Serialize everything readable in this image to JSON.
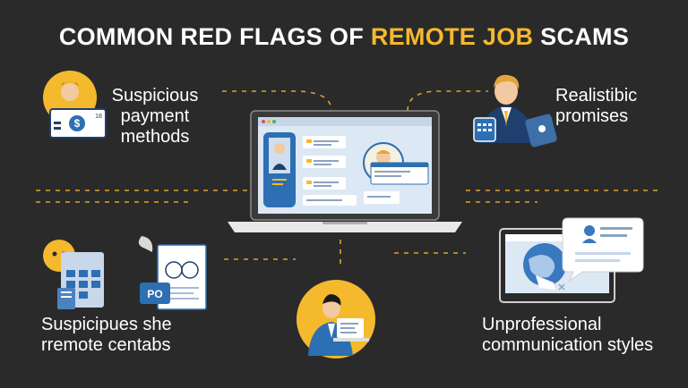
{
  "title": {
    "prefix": "COMMON RED FLAGS OF ",
    "highlight": "REMOTE JOB",
    "suffix": " SCAMS"
  },
  "items": [
    {
      "id": "payment",
      "lines": [
        "Suspicious",
        "payment",
        "methods"
      ]
    },
    {
      "id": "promises",
      "lines": [
        "Realistibic",
        "promises"
      ]
    },
    {
      "id": "contracts",
      "lines": [
        "Suspicipues she",
        "rremote centabs"
      ]
    },
    {
      "id": "communication",
      "lines": [
        "Unprofessional",
        "communication styles"
      ]
    }
  ],
  "icon_text": {
    "payment_card": "18",
    "payment_symbol": "$",
    "contract_badge": "PO"
  },
  "colors": {
    "background": "#2a2a2a",
    "accent": "#f5b92e",
    "text": "#ffffff",
    "blue": "#2d6fb3",
    "navy": "#1f3f6e",
    "dash": "#e0a227"
  },
  "icons": [
    "dollar-card-icon",
    "businessman-icon",
    "laptop-icon",
    "contract-icon",
    "man-at-laptop-icon",
    "monitor-chat-icon"
  ]
}
